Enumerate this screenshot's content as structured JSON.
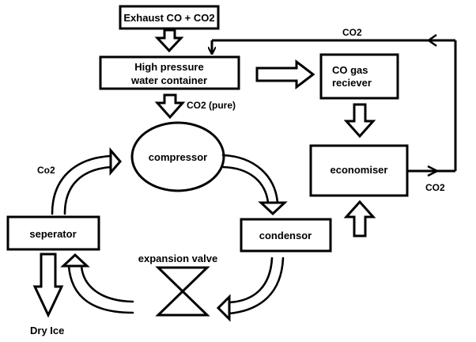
{
  "nodes": {
    "exhaust": "Exhaust CO + CO2",
    "hp_line1": "High pressure",
    "hp_line2": "water container",
    "co_line1": "CO gas",
    "co_line2": "reciever",
    "compressor": "compressor",
    "economiser": "economiser",
    "separator": "seperator",
    "condensor": "condensor",
    "expansion_valve": "expansion valve",
    "dry_ice": "Dry Ice"
  },
  "labels": {
    "co2_top": "CO2",
    "co2_pure": "CO2 (pure)",
    "co2_economiser": "CO2",
    "co2_left": "Co2"
  }
}
